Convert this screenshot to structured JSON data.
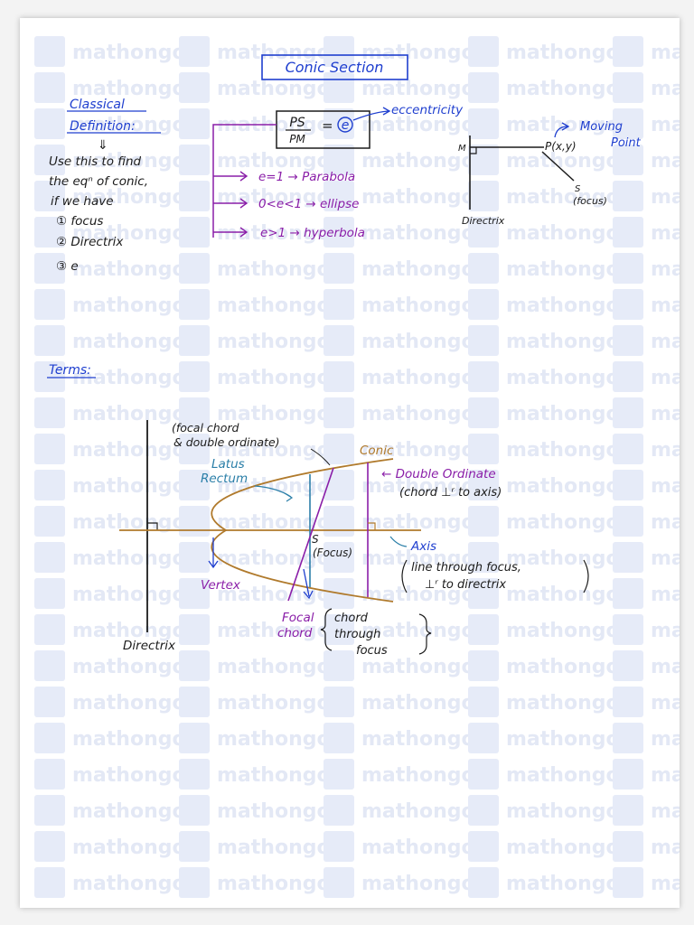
{
  "watermark": {
    "text": "mathongo"
  },
  "title": "Conic Section",
  "classical": {
    "heading_line1": "Classical",
    "heading_line2": "Definition:",
    "arrow": "⇓",
    "line1": "Use this to find",
    "line2": "the eqⁿ of conic,",
    "line3": "if we have",
    "item1": "① focus",
    "item2": "② Directrix",
    "item3": "③ e"
  },
  "formula": {
    "numerator": "PS",
    "denominator": "PM",
    "equals": "=",
    "symbol": "e",
    "label": "eccentricity"
  },
  "cases": [
    "e=1 → Parabola",
    "0<e<1 → ellipse",
    "e>1 → hyperbola"
  ],
  "small_diagram": {
    "m_label": "M",
    "p_label": "P(x,y)",
    "s_label": "S",
    "focus_label": "(focus)",
    "directrix_label": "Directrix",
    "moving_line1": "Moving",
    "moving_line2": "Point"
  },
  "terms": {
    "heading": "Terms:",
    "focal_chord_note_line1": "(focal chord",
    "focal_chord_note_line2": "& double ordinate)",
    "conic": "Conic",
    "latus_line1": "Latus",
    "latus_line2": "Rectum",
    "double_ordinate": "← Double Ordinate",
    "double_ordinate_note": "(chord ⊥ʳ to axis)",
    "s_label": "S",
    "focus_label": "(Focus)",
    "axis": "Axis",
    "axis_note_line1": "line through focus,",
    "axis_note_line2": "⊥ʳ to directrix",
    "vertex": "Vertex",
    "focal_line1": "Focal",
    "focal_line2": "chord",
    "brace_line1": "chord",
    "brace_line2": "through",
    "brace_line3": "focus",
    "directrix": "Directrix"
  },
  "colors": {
    "ink_black": "#1b1b1b",
    "ink_blue": "#1f3fcf",
    "ink_purple": "#8a1ea8",
    "ink_brown": "#b07a2c",
    "ink_teal": "#2b7fa8",
    "watermark": "#e3e8f5"
  }
}
